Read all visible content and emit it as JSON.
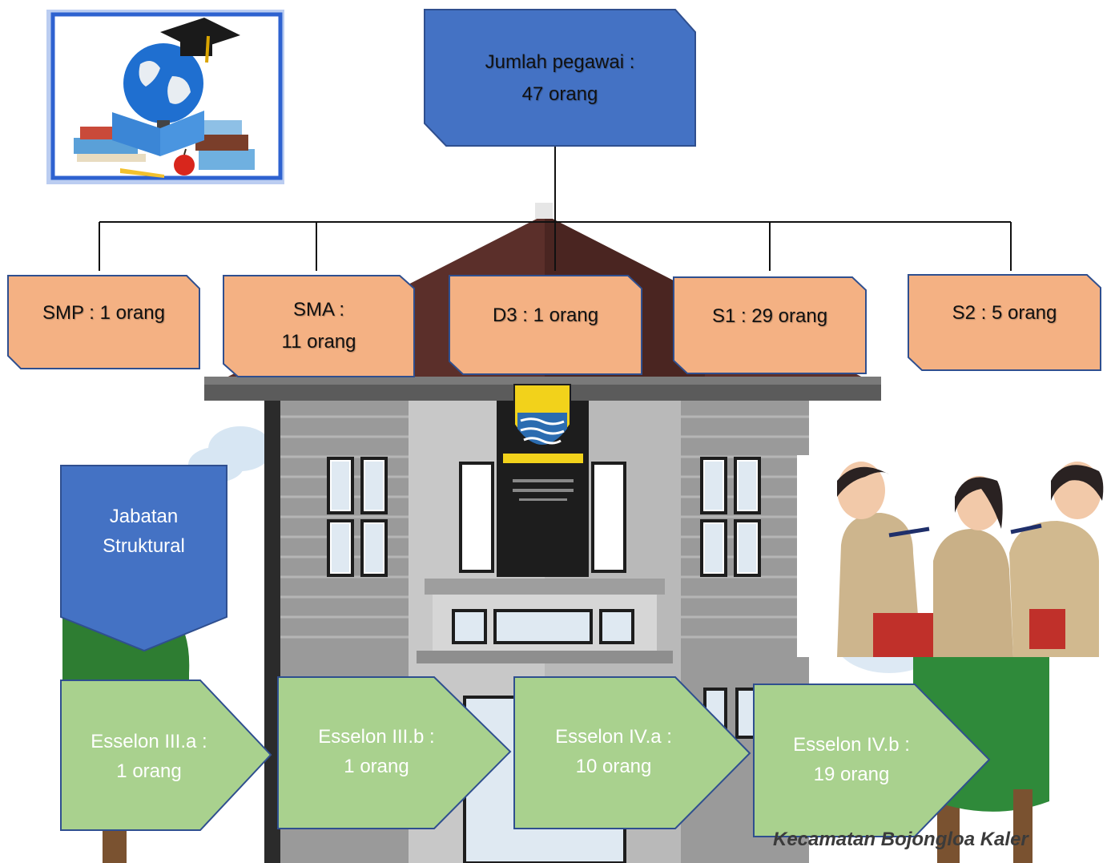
{
  "summary": {
    "line1": "Jumlah pegawai :",
    "line2": "47 orang"
  },
  "education": [
    {
      "line1": "SMP : 1 orang",
      "line2": ""
    },
    {
      "line1": "SMA :",
      "line2": "11 orang"
    },
    {
      "line1": "D3 : 1 orang",
      "line2": ""
    },
    {
      "line1": "S1 : 29 orang",
      "line2": ""
    },
    {
      "line1": "S2 : 5 orang",
      "line2": ""
    }
  ],
  "structural": {
    "line1": "Jabatan",
    "line2": "Struktural"
  },
  "esselon": [
    {
      "line1": "Esselon III.a :",
      "line2": "1 orang"
    },
    {
      "line1": "Esselon III.b :",
      "line2": "1 orang"
    },
    {
      "line1": "Esselon IV.a :",
      "line2": "10 orang"
    },
    {
      "line1": "Esselon IV.b :",
      "line2": "19 orang"
    }
  ],
  "building_caption": "Kecamatan Bojongloa Kaler",
  "colors": {
    "blue": "#4472c4",
    "orange": "#f4b183",
    "green": "#a9d18e",
    "border": "#2f4f8f"
  }
}
